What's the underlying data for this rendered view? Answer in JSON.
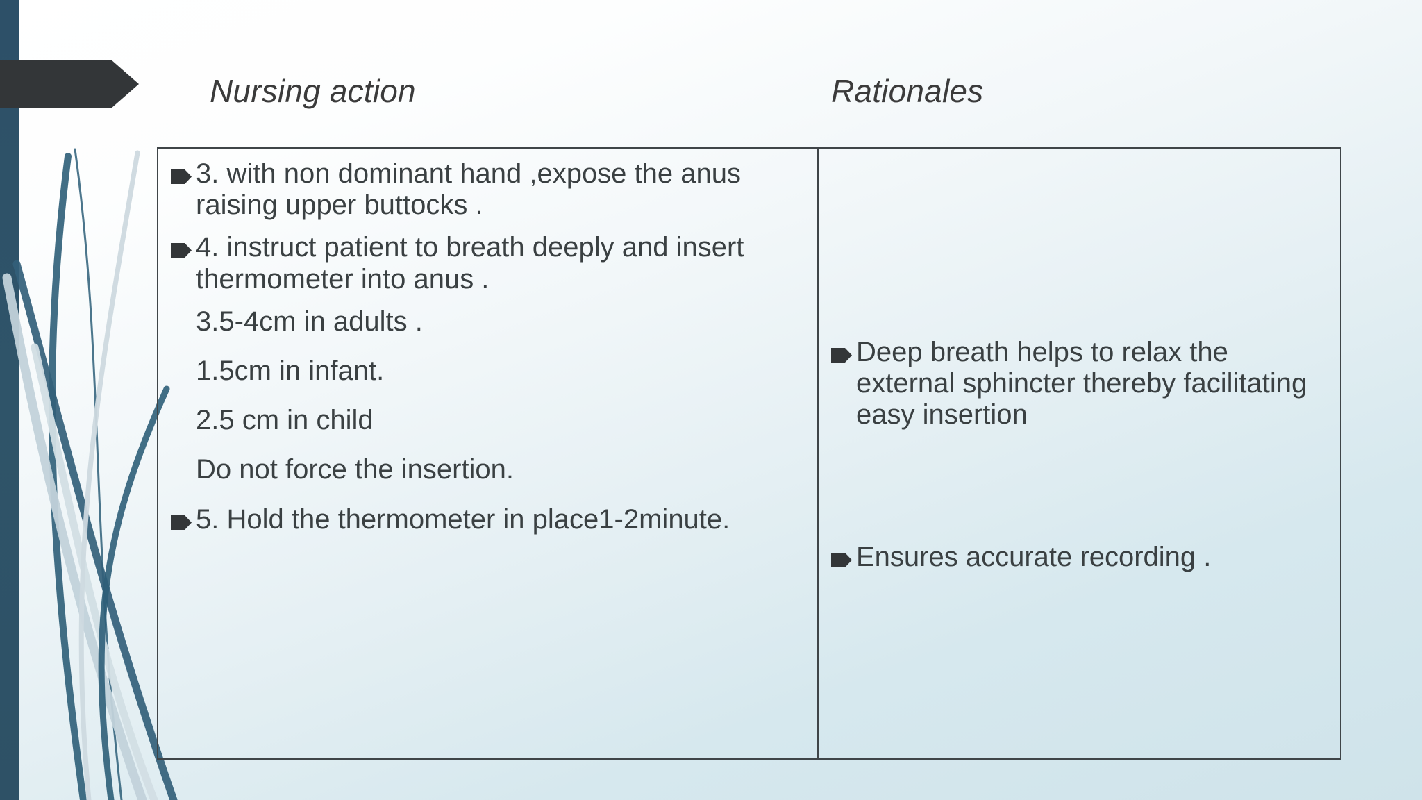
{
  "slide": {
    "background_top_color": "#ffffff",
    "background_bottom_color": "#cfe3ea",
    "accent_bar_color": "#2d5068",
    "banner_color": "#333638",
    "text_color": "#3a4042",
    "table_border_color": "#3f4548"
  },
  "headers": {
    "left": "Nursing action",
    "right": "Rationales"
  },
  "nursing_action": {
    "items": [
      {
        "bullet": true,
        "text": "3. with non dominant hand ,expose the anus raising upper buttocks ."
      },
      {
        "bullet": true,
        "text": "4. instruct patient to breath deeply and insert thermometer into anus ."
      },
      {
        "bullet": false,
        "text": "3.5-4cm in adults ."
      },
      {
        "bullet": false,
        "text": "1.5cm in infant."
      },
      {
        "bullet": false,
        "text": "2.5 cm in child"
      },
      {
        "bullet": false,
        "text": "Do not force the insertion."
      },
      {
        "bullet": true,
        "text": "5. Hold the thermometer in place1-2minute."
      }
    ]
  },
  "rationales": {
    "items": [
      {
        "bullet": true,
        "text": "Deep breath helps to relax the external sphincter thereby facilitating easy insertion"
      },
      {
        "bullet": true,
        "text": "Ensures accurate recording ."
      }
    ]
  },
  "icons": {
    "bullet": "arrow-bullet-icon",
    "banner": "banner-arrow-shape"
  }
}
